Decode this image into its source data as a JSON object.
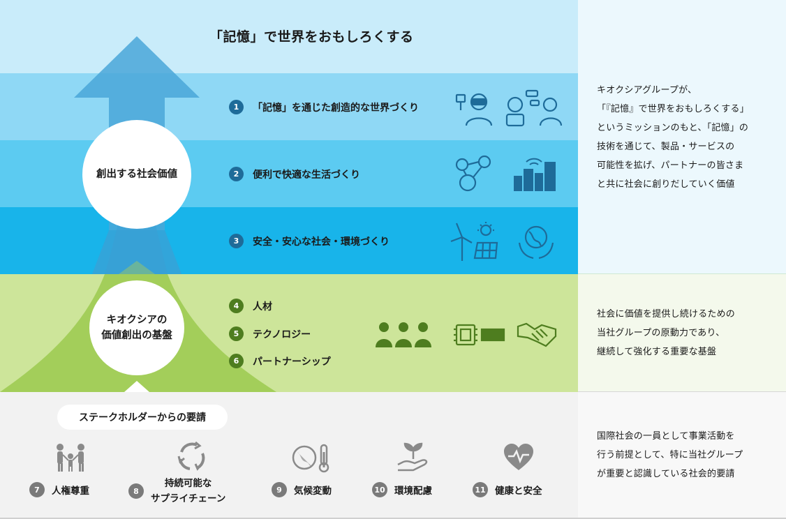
{
  "title": "「記憶」で世界をおもしろくする",
  "colors": {
    "band_title": "#c9ecfa",
    "band_1": "#8fd8f5",
    "band_2": "#5ccbf1",
    "band_3": "#18b4ea",
    "band_foundation": "#cde59a",
    "band_bottom": "#f2f2f2",
    "arrow": "#4aa7d8",
    "pyramid": "#a3ce5a",
    "icon_blue": "#1e6b99",
    "icon_green": "#4e7d1f",
    "icon_gray": "#8a8a8a"
  },
  "social_value": {
    "label": "創出する社会価値",
    "items": [
      {
        "num": "1",
        "label": "「記憶」を通じた創造的な世界づくり",
        "icons": [
          "vr-headset-person-icon",
          "robot-chat-icon"
        ]
      },
      {
        "num": "2",
        "label": "便利で快適な生活づくり",
        "icons": [
          "people-network-icon",
          "smart-city-icon"
        ]
      },
      {
        "num": "3",
        "label": "安全・安心な社会・環境づくり",
        "icons": [
          "wind-solar-icon",
          "globe-hands-icon"
        ]
      }
    ],
    "description": [
      "キオクシアグループが、",
      "「『記憶』で世界をおもしろくする」",
      "というミッションのもと、「記憶」の",
      "技術を通じて、製品・サービスの",
      "可能性を拡げ、パートナーの皆さま",
      "と共に社会に創りだしていく価値"
    ]
  },
  "foundation": {
    "label_line1": "キオクシアの",
    "label_line2": "価値創出の基盤",
    "items": [
      {
        "num": "4",
        "label": "人材"
      },
      {
        "num": "5",
        "label": "テクノロジー"
      },
      {
        "num": "6",
        "label": "パートナーシップ"
      }
    ],
    "icons": [
      "people-icon",
      "chip-icon",
      "handshake-icon"
    ],
    "description": [
      "社会に価値を提供し続けるための",
      "当社グループの原動力であり、",
      "継続して強化する重要な基盤"
    ]
  },
  "stakeholders": {
    "label": "ステークホルダーからの要請",
    "items": [
      {
        "num": "7",
        "label": "人権尊重",
        "icon": "family-icon"
      },
      {
        "num": "8",
        "label_line1": "持続可能な",
        "label_line2": "サプライチェーン",
        "icon": "recycle-icon"
      },
      {
        "num": "9",
        "label": "気候変動",
        "icon": "globe-thermometer-icon"
      },
      {
        "num": "10",
        "label": "環境配慮",
        "icon": "sprout-hand-icon"
      },
      {
        "num": "11",
        "label": "健康と安全",
        "icon": "heart-pulse-icon"
      }
    ],
    "description": [
      "国際社会の一員として事業活動を",
      "行う前提として、特に当社グループ",
      "が重要と認識している社会的要請"
    ]
  }
}
